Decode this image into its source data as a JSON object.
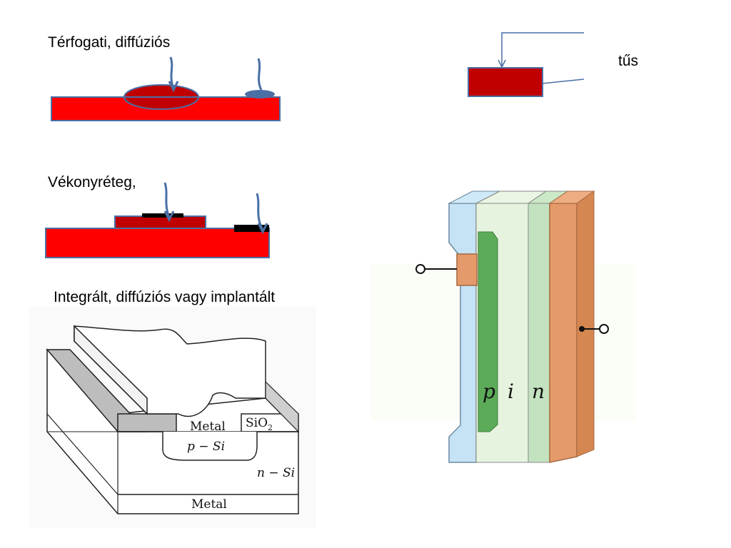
{
  "labels": {
    "volume_diffusion": "Térfogati, diffúziós",
    "needle": "tűs",
    "thin_film": "Vékonyréteg,",
    "integrated": "Integrált, diffúziós vagy implantált"
  },
  "cross_section": {
    "metal_top": "Metal",
    "sio2": "SiO",
    "sio2_sub": "2",
    "p_si": "p − Si",
    "n_si": "n − Si",
    "metal_bottom": "Metal"
  },
  "pin": {
    "p": "p",
    "i": "i",
    "n": "n"
  },
  "colors": {
    "substrate": "#ff0000",
    "dark_red": "#c00000",
    "blue_stroke": "#4a6fa5",
    "pin_blue": "#c5e3f5",
    "pin_green_dark": "#5cab58",
    "pin_green_light": "#e6f3de",
    "pin_n": "#c3e3c0",
    "pin_orange": "#e49a6a"
  }
}
